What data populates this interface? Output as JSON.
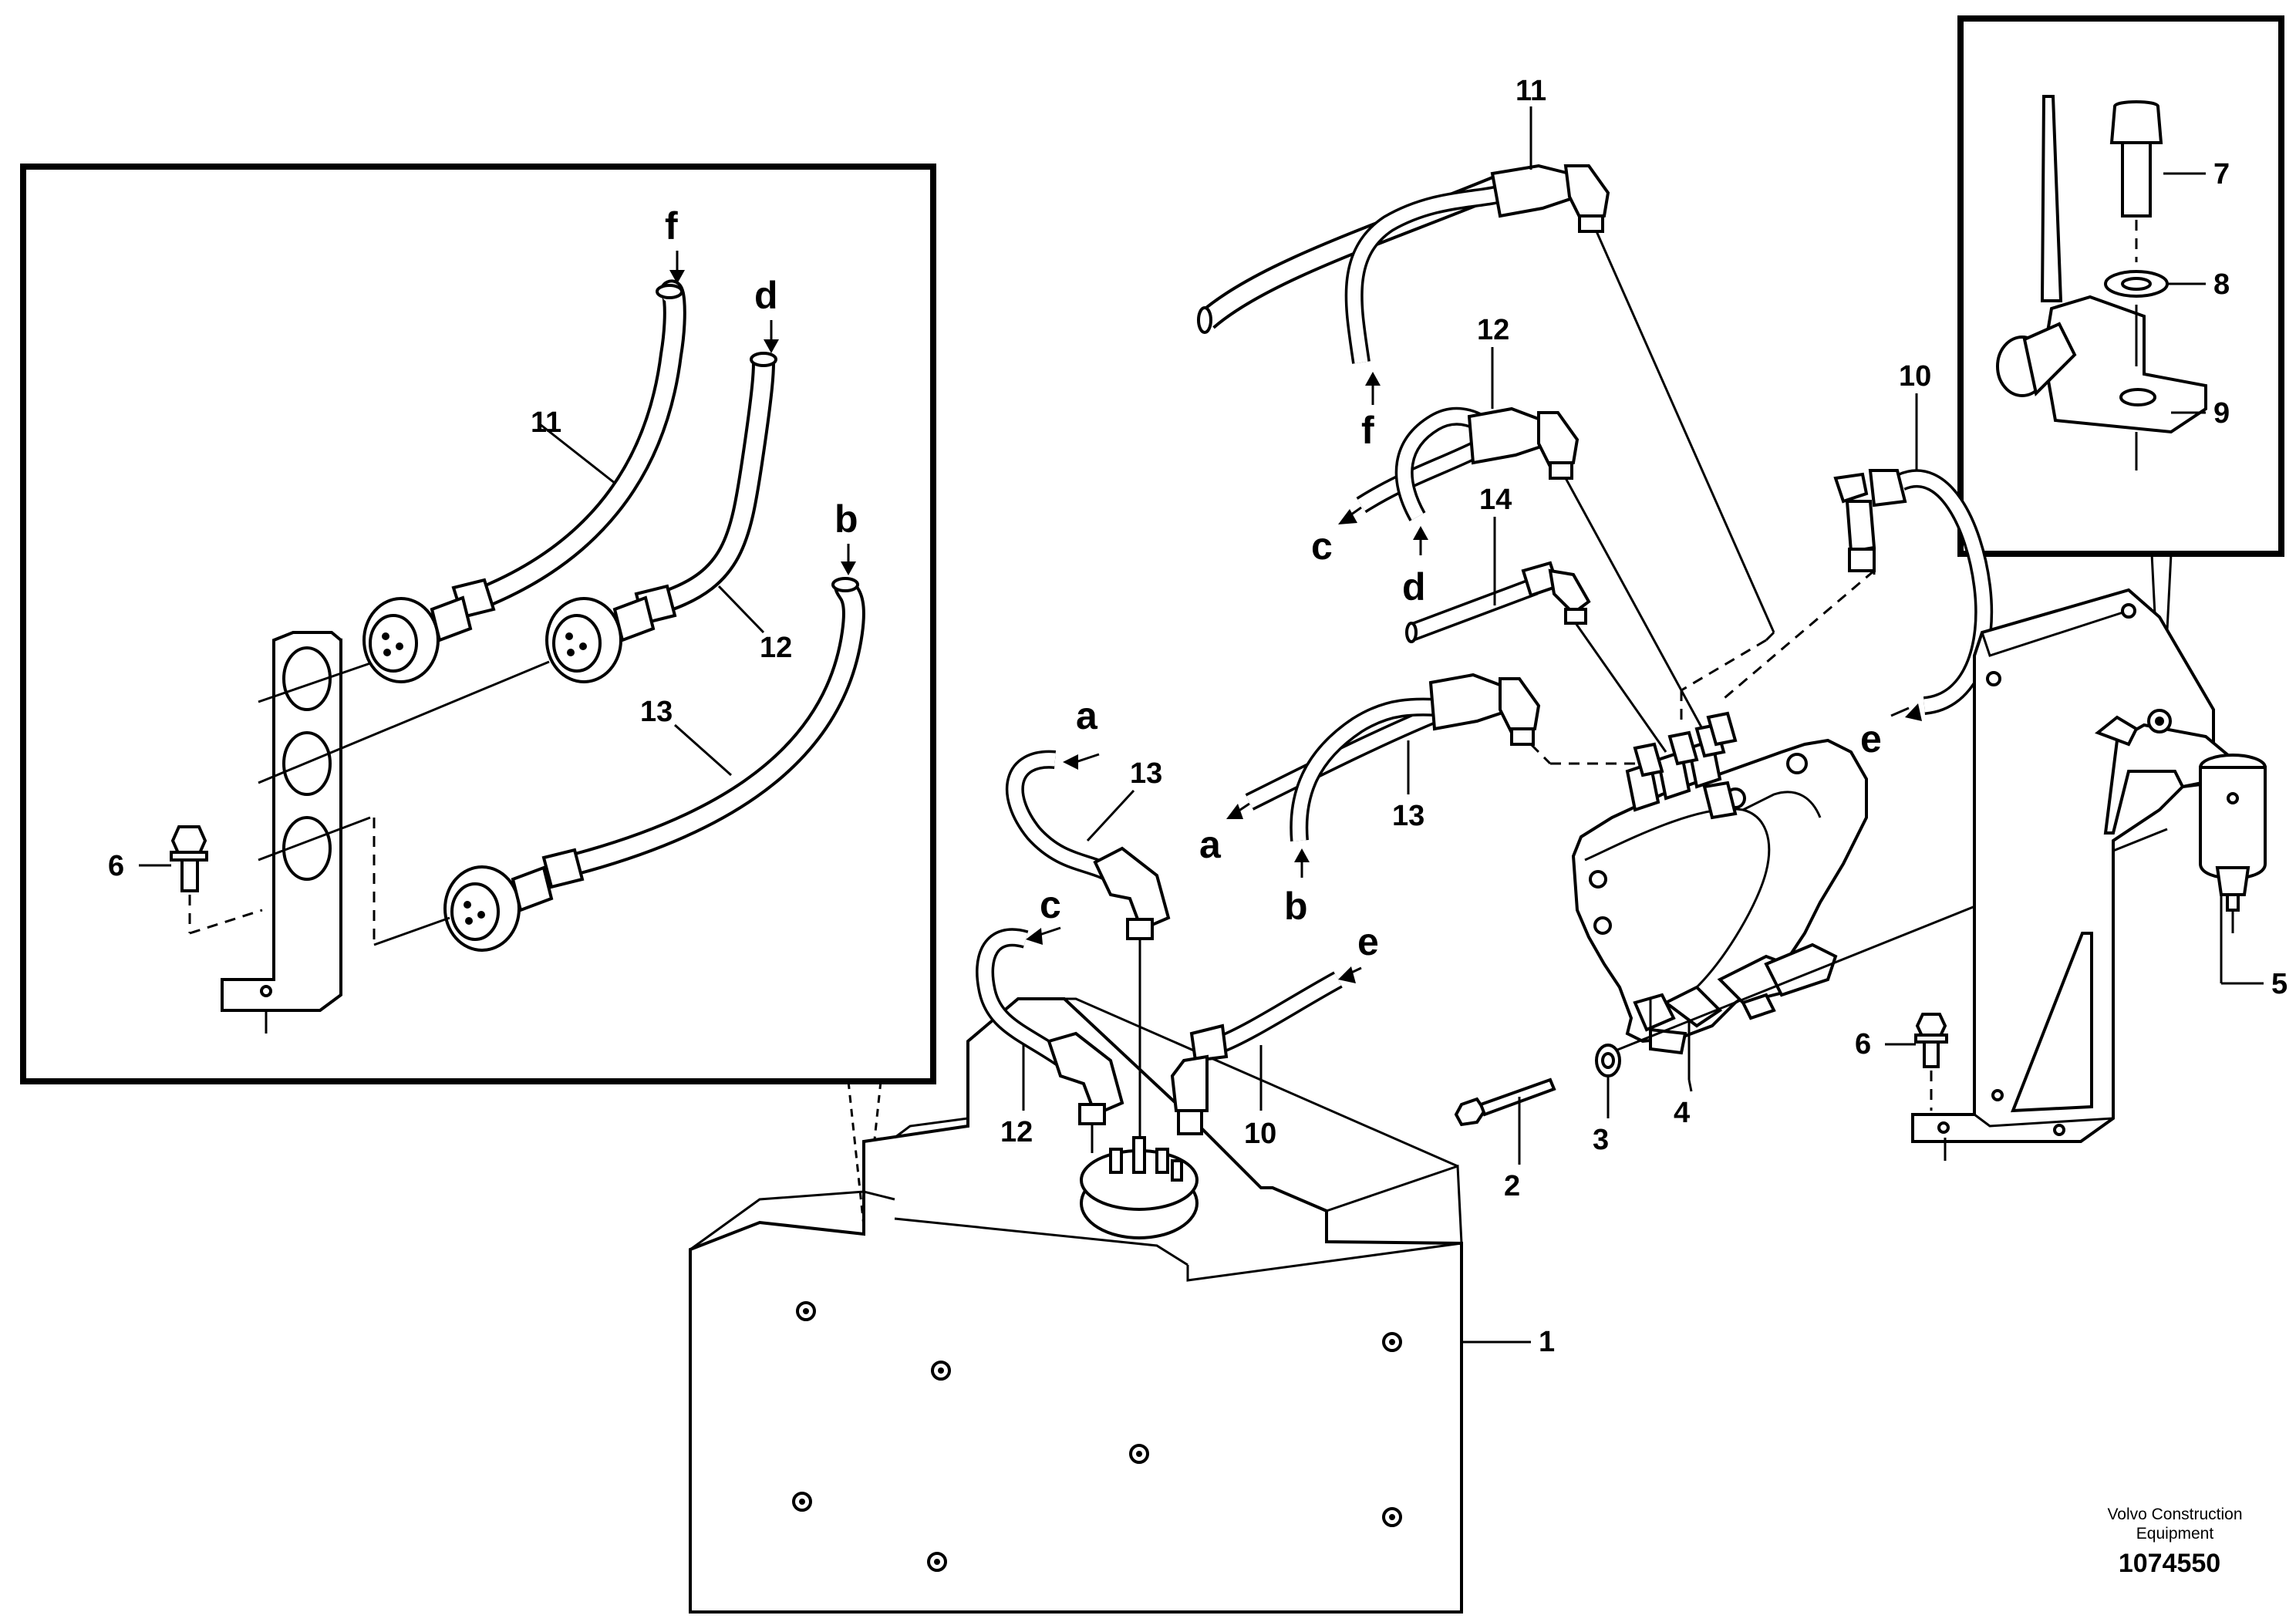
{
  "diagram": {
    "callouts": {
      "p1": "1",
      "p2": "2",
      "p3": "3",
      "p4": "4",
      "p5": "5",
      "p6_detail": "6",
      "p6_bracket": "6",
      "p7": "7",
      "p8": "8",
      "p9": "9",
      "p10_top": "10",
      "p10_tank": "10",
      "p11_detail": "11",
      "p11_top": "11",
      "p12_detail": "12",
      "p12_top": "12",
      "p12_tank": "12",
      "p13_detail": "13",
      "p13_mid": "13",
      "p13_tank": "13",
      "p14": "14"
    },
    "connection_letters": {
      "a_mid": "a",
      "a_tank": "a",
      "b_detail": "b",
      "b_mid": "b",
      "c_mid": "c",
      "c_tank": "c",
      "d_detail": "d",
      "d_mid": "d",
      "e_right": "e",
      "e_tank": "e",
      "f_detail": "f",
      "f_top": "f"
    },
    "credit": {
      "line1": "Volvo Construction",
      "line2": "Equipment"
    },
    "document_number": "1074550"
  }
}
